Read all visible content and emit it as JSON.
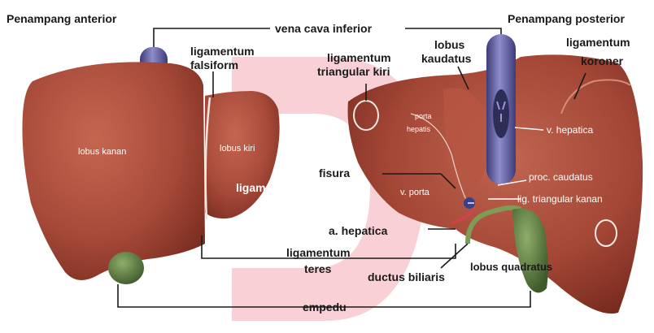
{
  "labels": {
    "anterior_title": "Penampang anterior",
    "posterior_title": "Penampang posterior",
    "vena_cava": "vena cava inferior",
    "falsiform_1": "ligamentum",
    "falsiform_2": "falsiform",
    "triangular_kiri_1": "ligamentum",
    "triangular_kiri_2": "triangular kiri",
    "caudatus_1": "lobus",
    "caudatus_2": "kaudatus",
    "koroner_1": "ligamentum",
    "koroner_2": "koroner",
    "porta_hepatis_1": "porta",
    "porta_hepatis_2": "hepatis",
    "lobus_kanan": "lobus kanan",
    "lobus_kiri": "lobus kiri",
    "v_hepatica": "v. hepatica",
    "fisura": "fisura",
    "lig_teres_top": "ligamentum teres",
    "v_porta": "v. porta",
    "proc_caudatus": "proc. caudatus",
    "lig_triangular_kanan": "lig. triangular kanan",
    "a_hepatica": "a. hepatica",
    "lig_teres_bottom_1": "ligamentum",
    "lig_teres_bottom_2": "teres",
    "lobus_quadratus": "lobus quadratus",
    "ductus_biliaris": "ductus biliaris",
    "empedu": "empedu"
  },
  "colors": {
    "liver": "#a84a3a",
    "liver_dark": "#7e2f22",
    "liver_light": "#c56a55",
    "gallbladder": "#5f7d45",
    "vena_cava": "#5d5a96",
    "watermark": "#f3aab2"
  }
}
